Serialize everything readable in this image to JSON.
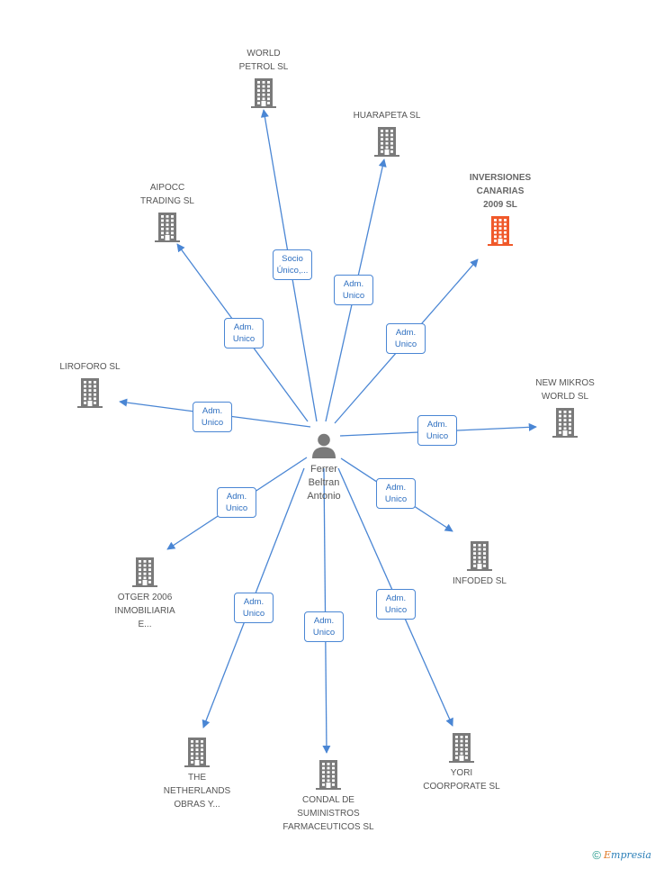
{
  "center": {
    "name_lines": [
      "Ferrer",
      "Beltran",
      "Antonio"
    ],
    "icon": "person-icon"
  },
  "companies": [
    {
      "id": "world-petrol",
      "lines": [
        "WORLD",
        "PETROL SL"
      ],
      "role_lines": [
        "Socio",
        "Único,..."
      ],
      "highlight": false
    },
    {
      "id": "huarapeta",
      "lines": [
        "HUARAPETA SL"
      ],
      "role_lines": [
        "Adm.",
        "Unico"
      ],
      "highlight": false
    },
    {
      "id": "inversiones-canarias",
      "lines": [
        "INVERSIONES",
        "CANARIAS",
        "2009 SL"
      ],
      "role_lines": [
        "Adm.",
        "Unico"
      ],
      "highlight": true
    },
    {
      "id": "aipocc",
      "lines": [
        "AIPOCC",
        "TRADING SL"
      ],
      "role_lines": [
        "Adm.",
        "Unico"
      ],
      "highlight": false
    },
    {
      "id": "liroforo",
      "lines": [
        "LIROFORO SL"
      ],
      "role_lines": [
        "Adm.",
        "Unico"
      ],
      "highlight": false
    },
    {
      "id": "new-mikros",
      "lines": [
        "NEW MIKROS",
        "WORLD SL"
      ],
      "role_lines": [
        "Adm.",
        "Unico"
      ],
      "highlight": false
    },
    {
      "id": "otger",
      "lines": [
        "OTGER 2006",
        "INMOBILIARIA",
        "E..."
      ],
      "role_lines": [
        "Adm.",
        "Unico"
      ],
      "highlight": false
    },
    {
      "id": "infoded",
      "lines": [
        "INFODED SL"
      ],
      "role_lines": [
        "Adm.",
        "Unico"
      ],
      "highlight": false
    },
    {
      "id": "netherlands",
      "lines": [
        "THE",
        "NETHERLANDS",
        "OBRAS Y..."
      ],
      "role_lines": [
        "Adm.",
        "Unico"
      ],
      "highlight": false
    },
    {
      "id": "condal",
      "lines": [
        "CONDAL DE",
        "SUMINISTROS",
        "FARMACEUTICOS SL"
      ],
      "role_lines": [
        "Adm.",
        "Unico"
      ],
      "highlight": false
    },
    {
      "id": "yori",
      "lines": [
        "YORI",
        "COORPORATE SL"
      ],
      "role_lines": [
        "Adm.",
        "Unico"
      ],
      "highlight": false
    }
  ],
  "colors": {
    "link": "#4a86d4",
    "building": "#7a7a7a",
    "building_highlight": "#f0592a",
    "person": "#7a7a7a"
  },
  "footer": {
    "copyright": "©",
    "brand_first": "E",
    "brand_rest": "mpresia"
  }
}
